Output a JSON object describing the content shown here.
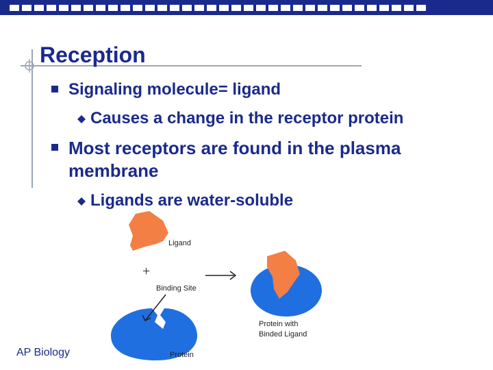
{
  "slide": {
    "title": "Reception",
    "bullets": [
      {
        "text": "Signaling molecule= ligand"
      },
      {
        "text": "Causes a change in the receptor protein"
      },
      {
        "text": "Most receptors are found in the plasma membrane"
      },
      {
        "text": "Ligands are water-soluble"
      }
    ],
    "diagram": {
      "ligand_label": "Ligand",
      "binding_site_label": "Binding Site",
      "protein_label": "Protein",
      "result_label_line1": "Protein with",
      "result_label_line2": "Binded Ligand",
      "plus_symbol": "+",
      "colors": {
        "ligand": "#f37f45",
        "protein": "#1f6fe0",
        "outline": "#1a2a8c"
      }
    },
    "footer": "AP Biology"
  }
}
